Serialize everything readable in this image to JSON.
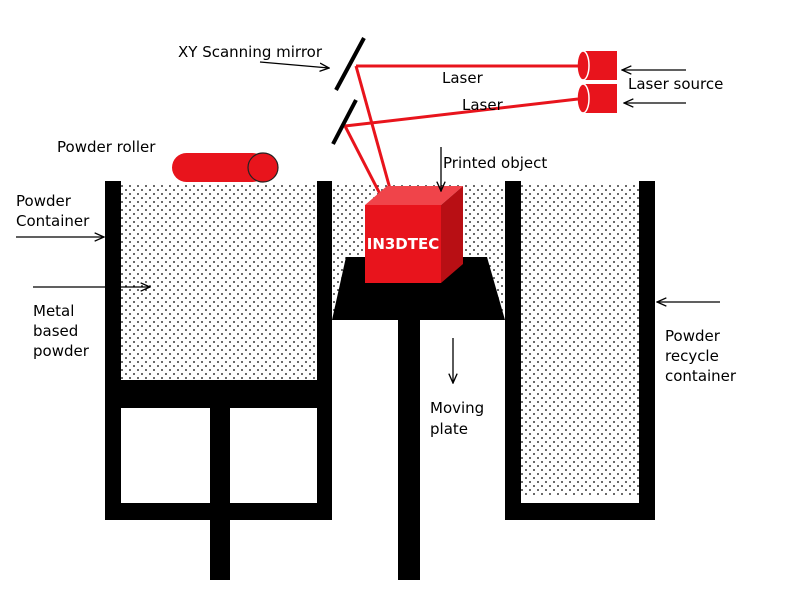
{
  "labels": {
    "xy_mirror": "XY Scanning mirror",
    "laser_1": "Laser",
    "laser_2": "Laser",
    "laser_source": "Laser source",
    "powder_roller": "Powder roller",
    "printed_object": "Printed object",
    "powder_container_line1": "Powder",
    "powder_container_line2": "Container",
    "metal_powder_line1": "Metal",
    "metal_powder_line2": "based",
    "metal_powder_line3": "powder",
    "recycle_line1": "Powder",
    "recycle_line2": "recycle",
    "recycle_line3": "container",
    "moving_plate_line1": "Moving",
    "moving_plate_line2": "plate"
  },
  "logo": "IN3DTEC",
  "colors": {
    "laser": "#e8141c",
    "cube_front": "#e8141c",
    "cube_top": "#f0444a",
    "cube_side": "#b80f14",
    "structure": "#000000",
    "powder_dots": "#000000"
  }
}
